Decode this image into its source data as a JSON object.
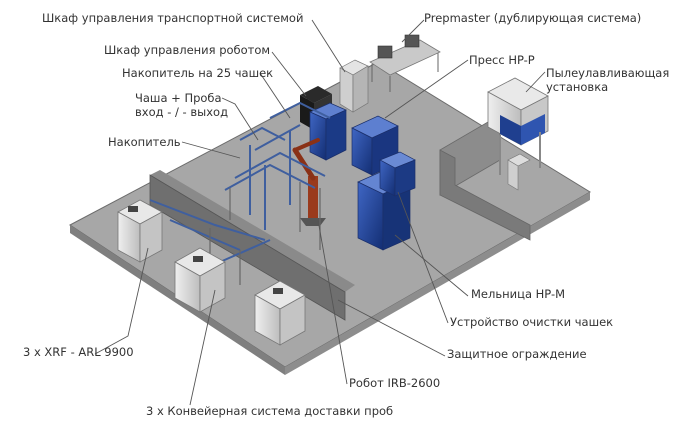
{
  "labels": {
    "cabinet_transport": "Шкаф управления транспортной системой",
    "prepmaster": "Prepmaster (дублирующая система)",
    "cabinet_robot": "Шкаф управления роботом",
    "press": "Пресс HP-P",
    "magazine25": "Накопитель на 25 чашек",
    "dust_line1": "Пылеулавливающая",
    "dust_line2": "установка",
    "bowl_line1": "Чаша + Проба",
    "bowl_line2": "вход - / - выход",
    "accumulator": "Накопитель",
    "mill": "Мельница HP-M",
    "cleaner": "Устройство очистки чашек",
    "xrf": "3 x XRF - ARL 9900",
    "fence": "Защитное ограждение",
    "robot": "Робот IRB-2600",
    "conveyor": "3 x Конвейерная система доставки проб"
  },
  "colors": {
    "floor_top": "#a9a9a9",
    "floor_side": "#8a8a8a",
    "wall": "#7b7b7b",
    "equipment_blue": "#1f3f8f",
    "equipment_gray": "#d9d9d9",
    "leader": "#555555"
  }
}
